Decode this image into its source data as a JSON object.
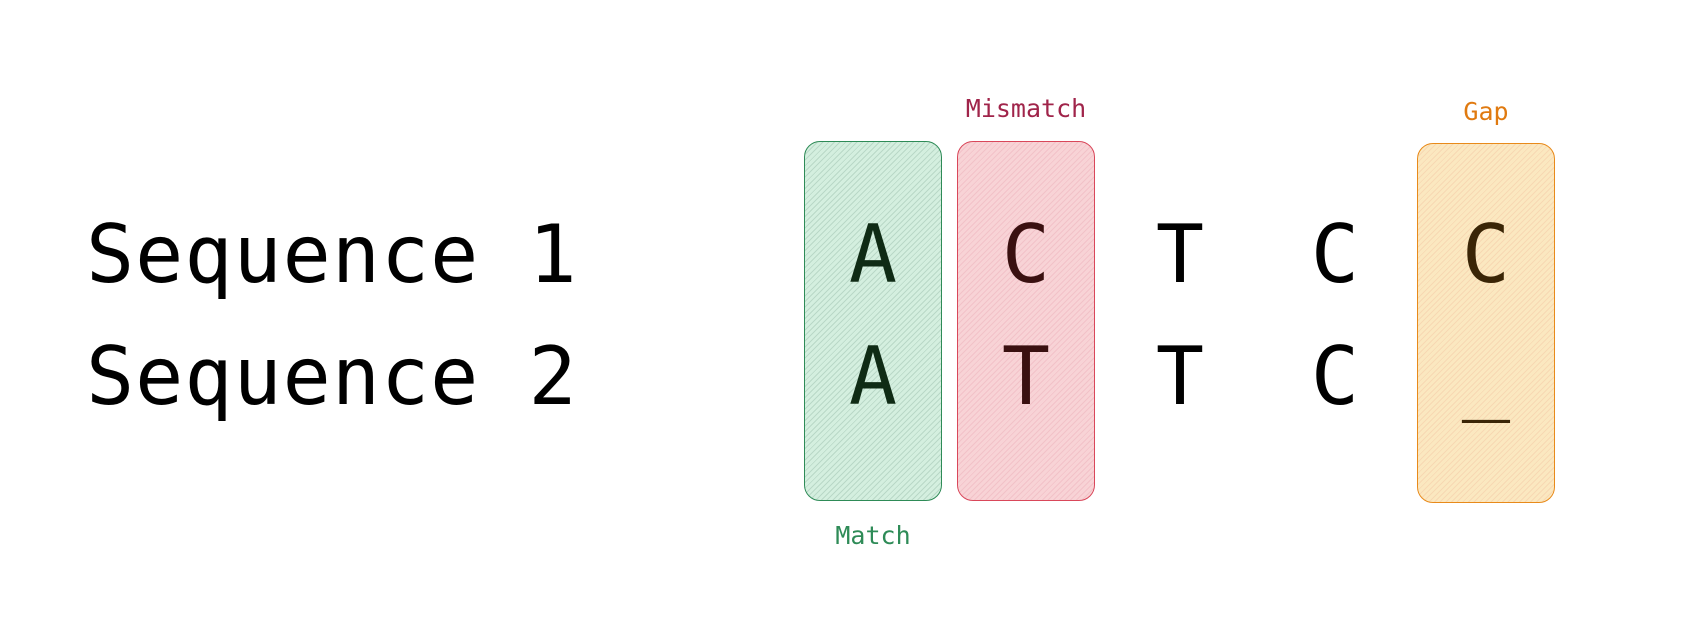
{
  "sequences": [
    {
      "label": "Sequence 1",
      "bases": [
        "A",
        "C",
        "T",
        "C",
        "C"
      ]
    },
    {
      "label": "Sequence 2",
      "bases": [
        "A",
        "T",
        "T",
        "C",
        "_"
      ]
    }
  ],
  "annotations": {
    "match": {
      "label": "Match",
      "column": 0,
      "color": "#2e8b57",
      "fill": "#d4efdf",
      "text_color": "#2e8b57",
      "base_color": "#0f2b15"
    },
    "mismatch": {
      "label": "Mismatch",
      "column": 1,
      "color": "#d9475a",
      "fill": "#f8d3d6",
      "text_color": "#a0244a",
      "base_color": "#3a1010"
    },
    "gap": {
      "label": "Gap",
      "column": 4,
      "color": "#e88a1a",
      "fill": "#fbe8c0",
      "text_color": "#e07a10",
      "base_color": "#3a2506"
    }
  }
}
